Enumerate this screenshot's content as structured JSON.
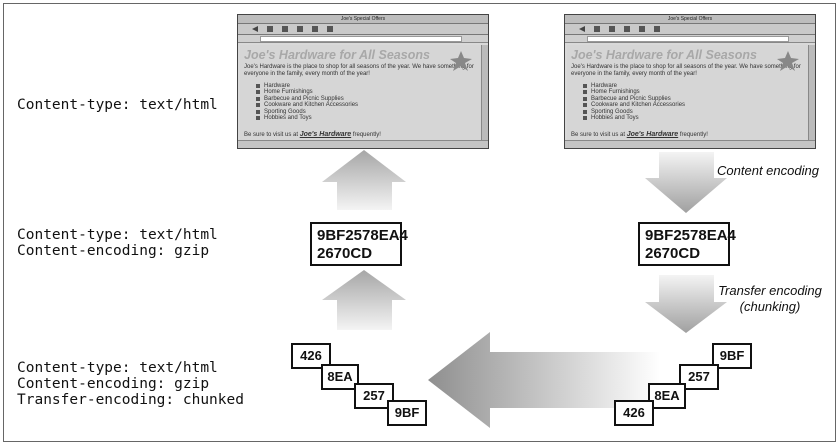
{
  "labels": {
    "row1": "Content-type: text/html",
    "row2": [
      "Content-type: text/html",
      "Content-encoding: gzip"
    ],
    "row3": [
      "Content-type: text/html",
      "Content-encoding: gzip",
      "Transfer-encoding: chunked"
    ]
  },
  "annotations": {
    "content_encoding": "Content encoding",
    "transfer_encoding": [
      "Transfer encoding",
      "(chunking)"
    ]
  },
  "encoded_box": [
    "9BF2578EA4",
    "2670CD"
  ],
  "chunks_left": [
    "426",
    "8EA",
    "257",
    "9BF"
  ],
  "chunks_right": [
    "9BF",
    "257",
    "8EA",
    "426"
  ],
  "browser": {
    "window_title": "Joe's Special Offers",
    "heading": "Joe's Hardware for All Seasons",
    "intro": "Joe's Hardware is the place to shop for all seasons of the year. We have something for everyone in the family, every month of the year!",
    "items": [
      "Hardware",
      "Home Furnishings",
      "Barbecue and Picnic Supplies",
      "Cookware and Kitchen Accessories",
      "Sporting Goods",
      "Hobbies and Toys"
    ],
    "footer_pre": "Be sure to visit us at",
    "footer_link": "Joe's Hardware",
    "footer_post": "frequently!"
  },
  "colors": {
    "arrow_light": "#f2f2f2",
    "arrow_dark": "#9a9a9a",
    "frame": "#666666"
  }
}
